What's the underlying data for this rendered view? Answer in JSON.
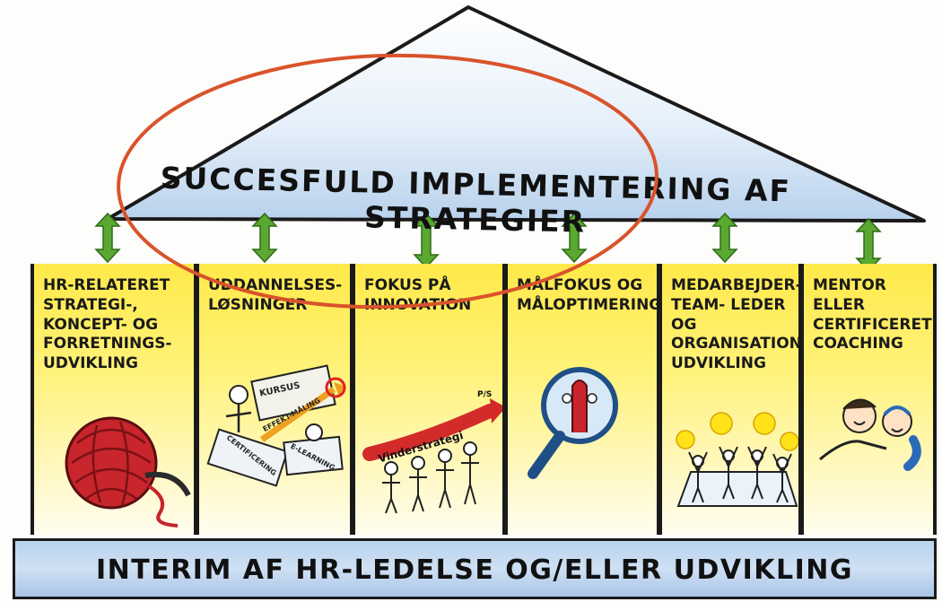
{
  "roof": {
    "title": "SUCCESFULD IMPLEMENTERING AF STRATEGIER"
  },
  "pillars": [
    {
      "label": "HR-RELATERET\nSTRATEGI-,\nKONCEPT- OG\nFORRETNINGS-\nUDVIKLING"
    },
    {
      "label": "UDDANNELSES-\nLØSNINGER",
      "art_labels": [
        "KURSUS",
        "EFFEKT-MÅLING",
        "CERTIFICERING",
        "E-LEARNING"
      ]
    },
    {
      "label": "FOKUS PÅ\nINNOVATION",
      "art_labels": [
        "Vinderstrategi",
        "P/S"
      ]
    },
    {
      "label": "MÅLFOKUS OG\nMÅLOPTIMERING"
    },
    {
      "label": "MEDARBEJDER-\nTEAM- LEDER\nOG\nORGANISATIONS-\nUDVIKLING"
    },
    {
      "label": "MENTOR ELLER\nCERTIFICERET\nCOACHING"
    }
  ],
  "base": {
    "label": "INTERIM AF HR-LEDELSE OG/ELLER UDVIKLING"
  },
  "colors": {
    "roof_fill": "#cfe1f4",
    "pillar_yellow": "#ffe949",
    "arrow_green": "#5aa832",
    "highlight_ellipse": "#d9532b",
    "base_fill": "#b9d3ee"
  }
}
